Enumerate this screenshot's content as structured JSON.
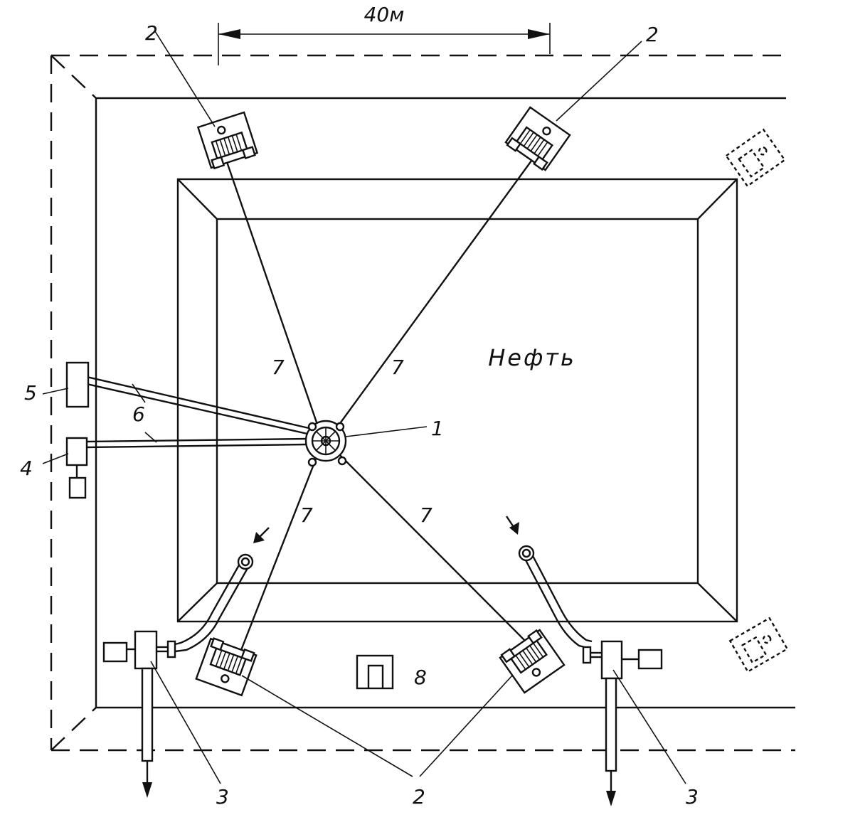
{
  "dimension": {
    "text": "40м"
  },
  "pond": {
    "label": "Нефть"
  },
  "labels": {
    "item1": "1",
    "item2_top_left": "2",
    "item2_top_right": "2",
    "item2_bottom": "2",
    "item3_left": "3",
    "item3_right": "3",
    "item4": "4",
    "item5": "5",
    "item6": "6",
    "item7_upper_left": "7",
    "item7_upper_right": "7",
    "item7_lower_left": "7",
    "item7_lower_right": "7",
    "item8": "8"
  },
  "colors": {
    "ink": "#111111",
    "paper": "#ffffff"
  }
}
